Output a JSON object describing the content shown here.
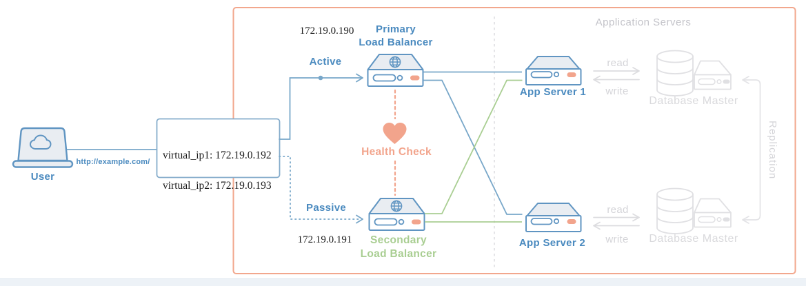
{
  "user": {
    "label": "User",
    "url": "http://example.com/"
  },
  "virtual_ip_box": {
    "line1": "virtual_ip1: 172.19.0.192",
    "line2": "virtual_ip2: 172.19.0.193"
  },
  "primary_lb": {
    "ip": "172.19.0.190",
    "name": "Primary\nLoad Balancer",
    "state_label": "Active"
  },
  "secondary_lb": {
    "ip": "172.19.0.191",
    "name": "Secondary\nLoad Balancer",
    "state_label": "Passive"
  },
  "health_check": {
    "label": "Health Check"
  },
  "zone_label": "Application Servers",
  "app_server_1": {
    "label": "App Server 1",
    "read_label": "read",
    "write_label": "write"
  },
  "app_server_2": {
    "label": "App Server 2",
    "read_label": "read",
    "write_label": "write"
  },
  "database_1": {
    "label": "Database Master"
  },
  "database_2": {
    "label": "Database Master"
  },
  "replication_label": "Replication",
  "icons": {
    "user": "laptop-cloud-icon",
    "load_balancer": "network-load-balancer-icon",
    "app_server": "rack-server-icon",
    "database_master": "database-cylinder-server-icon",
    "health_check": "heart-icon"
  },
  "colors": {
    "accent_blue_text": "#4A8ABF",
    "line_blue": "#78A7C9",
    "icon_blue": "#6095C2",
    "green": "#A9CE92",
    "salmon": "#F2A48C",
    "zone_border": "#F2A78D",
    "gray_inactive": "#E0E0E3",
    "text_dark": "#1A1A1A"
  }
}
